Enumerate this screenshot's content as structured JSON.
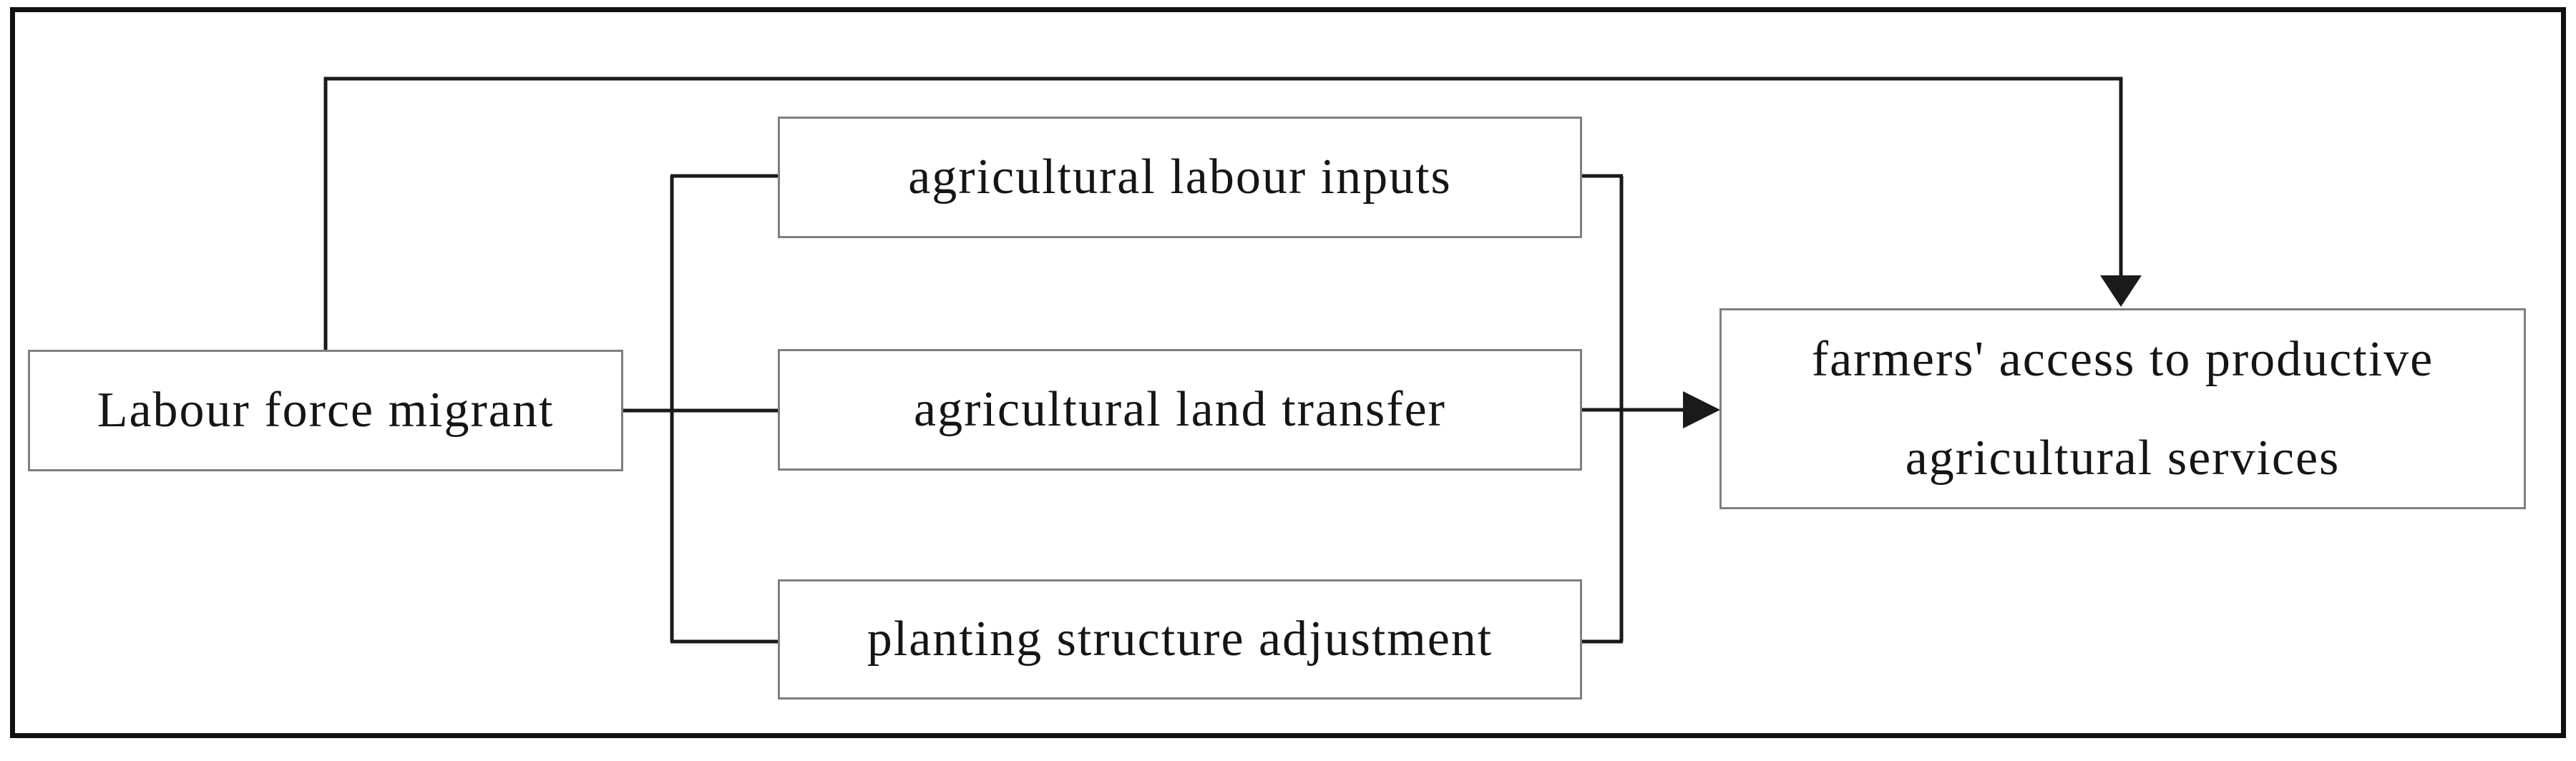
{
  "figure": {
    "type": "flow-diagram",
    "background": "#ffffff",
    "frame_color": "#111111",
    "box_border_color": "#7f7f7f",
    "connector_color": "#1a1a1a",
    "nodes": {
      "labour_force_migrant": {
        "label": "Labour force migrant"
      },
      "agricultural_labour_inputs": {
        "label": "agricultural labour inputs"
      },
      "agricultural_land_transfer": {
        "label": "agricultural land transfer"
      },
      "planting_structure_adjustment": {
        "label": "planting structure adjustment"
      },
      "farmers_access": {
        "label": "farmers' access to productive agricultural services",
        "lines": [
          "farmers' access to productive",
          "agricultural services"
        ]
      }
    },
    "edges": [
      {
        "from": "labour_force_migrant",
        "to": "farmers_access",
        "type": "arrow",
        "route": "top-direct"
      },
      {
        "from": "labour_force_migrant",
        "to": "agricultural_labour_inputs",
        "type": "line"
      },
      {
        "from": "labour_force_migrant",
        "to": "agricultural_land_transfer",
        "type": "line"
      },
      {
        "from": "labour_force_migrant",
        "to": "planting_structure_adjustment",
        "type": "line"
      },
      {
        "from": "agricultural_labour_inputs",
        "to": "farmers_access",
        "type": "arrow"
      },
      {
        "from": "agricultural_land_transfer",
        "to": "farmers_access",
        "type": "arrow"
      },
      {
        "from": "planting_structure_adjustment",
        "to": "farmers_access",
        "type": "arrow"
      }
    ]
  }
}
